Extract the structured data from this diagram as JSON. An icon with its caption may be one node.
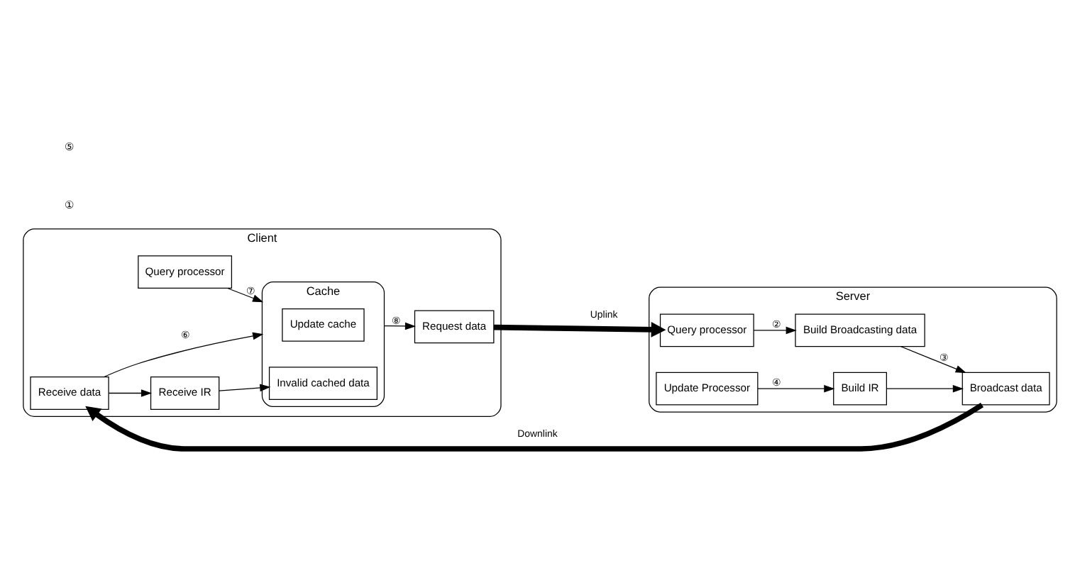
{
  "diagram": {
    "nodes": [
      {
        "text": [
          "Client"
        ]
      },
      {
        "text": [
          "Request data"
        ],
        "in": 0
      },
      {
        "text": [
          "Query processor"
        ],
        "in": 0
      },
      {
        "text": [
          "Cache"
        ],
        "in": 0
      },
      {
        "text": [
          "Update cache"
        ],
        "in": 3
      },
      {
        "text": [
          "Invalid cached data"
        ],
        "in": 3
      },
      {
        "text": [
          "Receive IR"
        ],
        "in": 0
      },
      {
        "text": [
          "Receive data"
        ],
        "in": 0
      },
      {
        "text": [
          "Server"
        ]
      },
      {
        "text": [
          "Query processor"
        ],
        "in": 8
      },
      {
        "text": [
          "Build Broadcasting data"
        ],
        "in": 8
      },
      {
        "text": [
          "Update Processor"
        ],
        "in": 8
      },
      {
        "text": [
          "Build IR"
        ],
        "in": 8
      },
      {
        "text": [
          "Broadcast data"
        ],
        "in": 8
      }
    ],
    "edges": [
      {
        "from": 1,
        "to": 9,
        "arrow": "to",
        "label": "Uplink",
        "style": "thick"
      },
      {
        "from": 9,
        "to": 10,
        "arrow": "to",
        "label": "②"
      },
      {
        "from": 10,
        "to": 13,
        "arrow": "to",
        "label": "③"
      },
      {
        "from": 11,
        "to": 12,
        "arrow": "to",
        "label": "④"
      },
      {
        "from": 12,
        "to": 13,
        "arrow": "to"
      },
      {
        "from": 13,
        "to": 7,
        "arrow": "to",
        "label": "Downlink",
        "style": "thick"
      },
      {
        "from": 7,
        "to": 3,
        "arrow": "to",
        "label": "⑥"
      },
      {
        "from": 7,
        "to": 6,
        "arrow": "to"
      },
      {
        "from": 6,
        "to": 5,
        "arrow": "to"
      },
      {
        "from": 2,
        "to": 3,
        "arrow": "to",
        "label": "⑦"
      },
      {
        "from": 3,
        "to": 1,
        "arrow": "to",
        "label": "⑧"
      }
    ],
    "labels": [
      "①",
      "⑤"
    ]
  }
}
